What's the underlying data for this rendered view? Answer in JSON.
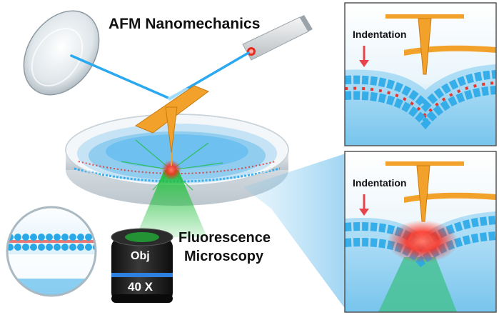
{
  "labels": {
    "afm_title": "AFM Nanomechanics",
    "fluorescence_line1": "Fluorescence",
    "fluorescence_line2": "Microscopy",
    "objective_top": "Obj",
    "objective_mag": "40 X",
    "panel_top_indentation": "Indentation",
    "panel_bottom_indentation": "Indentation"
  },
  "colors": {
    "cantilever": "#f2a12a",
    "laser": "#2aa8f0",
    "membrane_head": "#29a8e8",
    "lipid_marker": "#e8281e",
    "fluorescence_glow": "#ff2a1a",
    "excitation": "#1fbf3a",
    "objective_body": "#1a1a1a",
    "objective_ring": "#2d7fe0",
    "indent_arrow": "#e8424a"
  },
  "icons": {
    "mirror": "mirror-icon",
    "laser_source": "laser-source-icon",
    "petri_dish": "petri-dish-icon",
    "objective": "objective-lens-icon"
  }
}
